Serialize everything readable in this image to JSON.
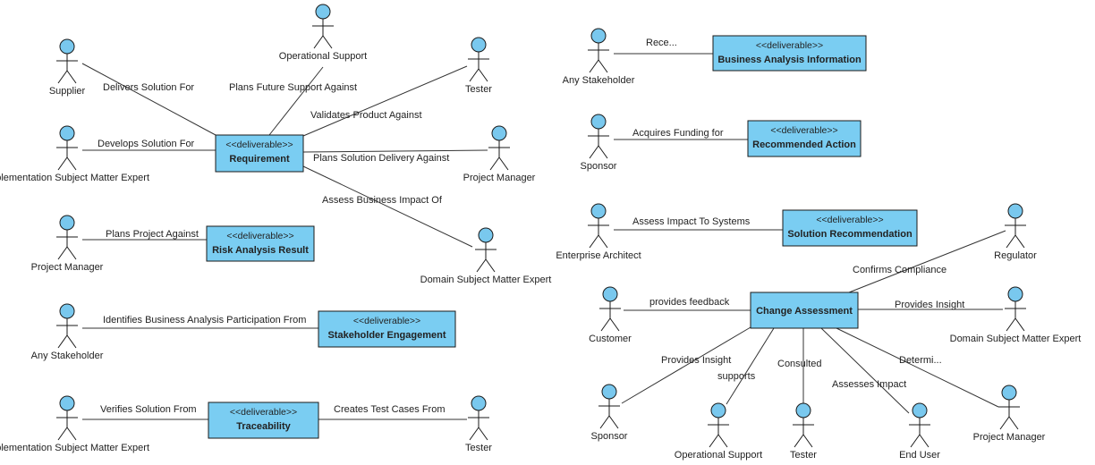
{
  "colors": {
    "line": "#333333",
    "box_fill": "#7acdf2",
    "box_border": "#1a1a1a",
    "actor_fill": "#79c8ee",
    "actor_stroke": "#1a1a1a"
  },
  "stereotype": "<<deliverable>>",
  "actors": [
    {
      "id": "supplier",
      "label": "Supplier"
    },
    {
      "id": "operational-support-top",
      "label": "Operational Support"
    },
    {
      "id": "tester-top",
      "label": "Tester"
    },
    {
      "id": "implementation-sme-1",
      "label": "Implementation Subject Matter Expert"
    },
    {
      "id": "project-manager-right",
      "label": "Project Manager"
    },
    {
      "id": "project-manager-left",
      "label": "Project Manager"
    },
    {
      "id": "domain-sme-left",
      "label": "Domain Subject Matter Expert"
    },
    {
      "id": "any-stakeholder-left",
      "label": "Any Stakeholder"
    },
    {
      "id": "implementation-sme-2",
      "label": "Implementation Subject Matter Expert"
    },
    {
      "id": "tester-bottom",
      "label": "Tester"
    },
    {
      "id": "any-stakeholder-right",
      "label": "Any Stakeholder"
    },
    {
      "id": "sponsor-top",
      "label": "Sponsor"
    },
    {
      "id": "enterprise-architect",
      "label": "Enterprise Architect"
    },
    {
      "id": "regulator",
      "label": "Regulator"
    },
    {
      "id": "customer",
      "label": "Customer"
    },
    {
      "id": "domain-sme-right",
      "label": "Domain Subject Matter Expert"
    },
    {
      "id": "sponsor-bottom",
      "label": "Sponsor"
    },
    {
      "id": "operational-support-bottom",
      "label": "Operational Support"
    },
    {
      "id": "tester-ca",
      "label": "Tester"
    },
    {
      "id": "end-user",
      "label": "End User"
    },
    {
      "id": "project-manager-ca",
      "label": "Project Manager"
    }
  ],
  "deliverables": [
    {
      "id": "requirement",
      "name": "Requirement",
      "stereotype": "<<deliverable>>"
    },
    {
      "id": "risk-analysis-result",
      "name": "Risk Analysis Result",
      "stereotype": "<<deliverable>>"
    },
    {
      "id": "stakeholder-engagement",
      "name": "Stakeholder Engagement",
      "stereotype": "<<deliverable>>"
    },
    {
      "id": "traceability",
      "name": "Traceability",
      "stereotype": "<<deliverable>>"
    },
    {
      "id": "business-analysis-information",
      "name": "Business Analysis Information",
      "stereotype": "<<deliverable>>"
    },
    {
      "id": "recommended-action",
      "name": "Recommended Action",
      "stereotype": "<<deliverable>>"
    },
    {
      "id": "solution-recommendation",
      "name": "Solution Recommendation",
      "stereotype": "<<deliverable>>"
    },
    {
      "id": "change-assessment",
      "name": "Change Assessment",
      "stereotype": ""
    }
  ],
  "associations": [
    {
      "id": "a1",
      "label": "Delivers Solution For"
    },
    {
      "id": "a2",
      "label": "Plans  Future Support Against"
    },
    {
      "id": "a3",
      "label": "Validates Product Against"
    },
    {
      "id": "a4",
      "label": "Develops Solution For"
    },
    {
      "id": "a5",
      "label": "Plans Solution Delivery Against"
    },
    {
      "id": "a6",
      "label": "Assess Business Impact Of"
    },
    {
      "id": "a7",
      "label": "Plans Project Against"
    },
    {
      "id": "a8",
      "label": "Identifies Business Analysis Participation From"
    },
    {
      "id": "a9",
      "label": "Verifies Solution From"
    },
    {
      "id": "a10",
      "label": "Creates Test Cases From"
    },
    {
      "id": "a11",
      "label": "Rece..."
    },
    {
      "id": "a12",
      "label": "Acquires Funding for"
    },
    {
      "id": "a13",
      "label": "Assess Impact To Systems"
    },
    {
      "id": "a14",
      "label": "Confirms Compliance"
    },
    {
      "id": "a15",
      "label": "provides feedback"
    },
    {
      "id": "a16",
      "label": "Provides Insight"
    },
    {
      "id": "a17",
      "label": "Provides Insight"
    },
    {
      "id": "a18",
      "label": "supports"
    },
    {
      "id": "a19",
      "label": "Consulted"
    },
    {
      "id": "a20",
      "label": "Assesses Impact"
    },
    {
      "id": "a21",
      "label": "Determi..."
    }
  ]
}
